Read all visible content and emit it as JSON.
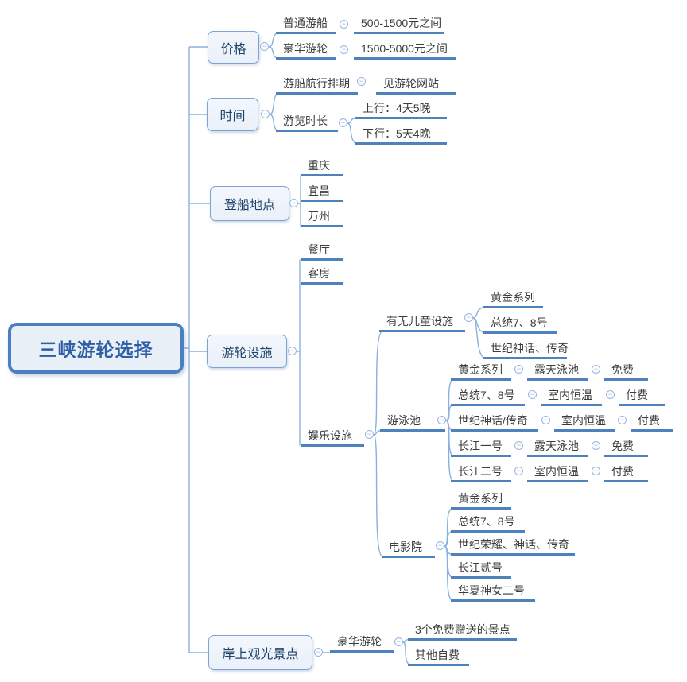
{
  "root": {
    "label": "三峡游轮选择"
  },
  "branches": {
    "price": {
      "label": "价格",
      "ordinary": {
        "label": "普通游船",
        "value": "500-1500元之间"
      },
      "luxury": {
        "label": "豪华游轮",
        "value": "1500-5000元之间"
      }
    },
    "time": {
      "label": "时间",
      "schedule": {
        "label": "游船航行排期",
        "value": "见游轮网站"
      },
      "duration": {
        "label": "游览时长",
        "upstream": "上行：4天5晚",
        "downstream": "下行：5天4晚"
      }
    },
    "boarding": {
      "label": "登船地点",
      "cities": [
        "重庆",
        "宜昌",
        "万州"
      ]
    },
    "facilities": {
      "label": "游轮设施",
      "dining": "餐厅",
      "rooms": "客房",
      "entertainment": {
        "label": "娱乐设施",
        "kids": {
          "label": "有无儿童设施",
          "ships": [
            "黄金系列",
            "总统7、8号",
            "世纪神话、传奇"
          ]
        },
        "pool": {
          "label": "游泳池",
          "rows": [
            {
              "ship": "黄金系列",
              "type": "露天泳池",
              "fee": "免费"
            },
            {
              "ship": "总统7、8号",
              "type": "室内恒温",
              "fee": "付费"
            },
            {
              "ship": "世纪神话/传奇",
              "type": "室内恒温",
              "fee": "付费"
            },
            {
              "ship": "长江一号",
              "type": "露天泳池",
              "fee": "免费"
            },
            {
              "ship": "长江二号",
              "type": "室内恒温",
              "fee": "付费"
            }
          ]
        },
        "cinema": {
          "label": "电影院",
          "ships": [
            "黄金系列",
            "总统7、8号",
            "世纪荣耀、神话、传奇",
            "长江贰号",
            "华夏神女二号"
          ]
        }
      }
    },
    "shore": {
      "label": "岸上观光景点",
      "luxury": {
        "label": "豪华游轮",
        "included": "3个免费赠送的景点",
        "other": "其他自费"
      }
    }
  },
  "icons": {
    "collapse": "−"
  },
  "colors": {
    "accent": "#4f81bd",
    "line": "#8ab0de",
    "box-border": "#7da3d4",
    "box-bg": "#eaf0f9",
    "box-text": "#1d4269",
    "root-border": "#4b7ec2",
    "root-bg": "#e9eff7",
    "root-text": "#2d5fa6",
    "topic-text": "#3c3c3c",
    "icon": "#9ab5de"
  }
}
